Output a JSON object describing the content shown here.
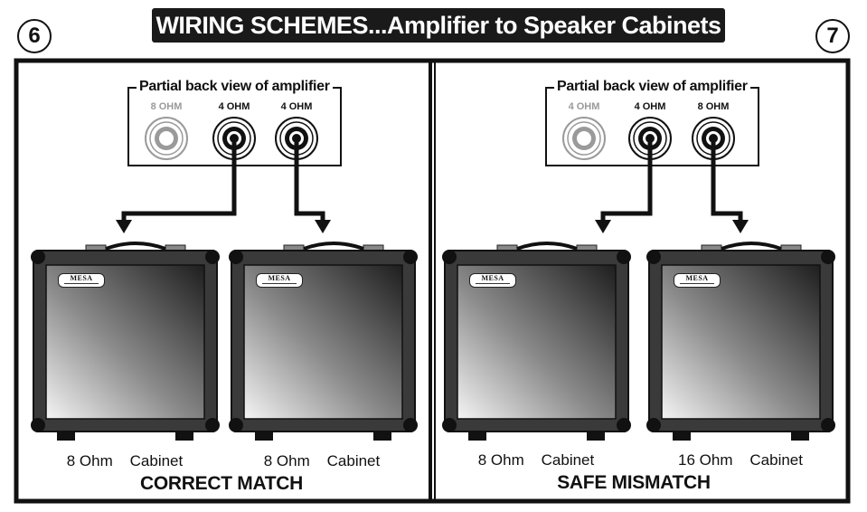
{
  "title": "WIRING SCHEMES...Amplifier to Speaker Cabinets",
  "panel_numbers": {
    "left": "6",
    "right": "7"
  },
  "panels": [
    {
      "amp_caption": "Partial back view of amplifier",
      "jacks": [
        "8 OHM",
        "4 OHM",
        "4 OHM"
      ],
      "cabinets": [
        {
          "logo": "MESA",
          "label": "8 Ohm    Cabinet"
        },
        {
          "logo": "MESA",
          "label": "8 Ohm    Cabinet"
        }
      ],
      "verdict": "CORRECT MATCH"
    },
    {
      "amp_caption": "Partial back view of amplifier",
      "jacks": [
        "4 OHM",
        "4 OHM",
        "8 OHM"
      ],
      "cabinets": [
        {
          "logo": "MESA",
          "label": "8 Ohm    Cabinet"
        },
        {
          "logo": "MESA",
          "label": "16 Ohm    Cabinet"
        }
      ],
      "verdict": "SAFE MISMATCH"
    }
  ]
}
